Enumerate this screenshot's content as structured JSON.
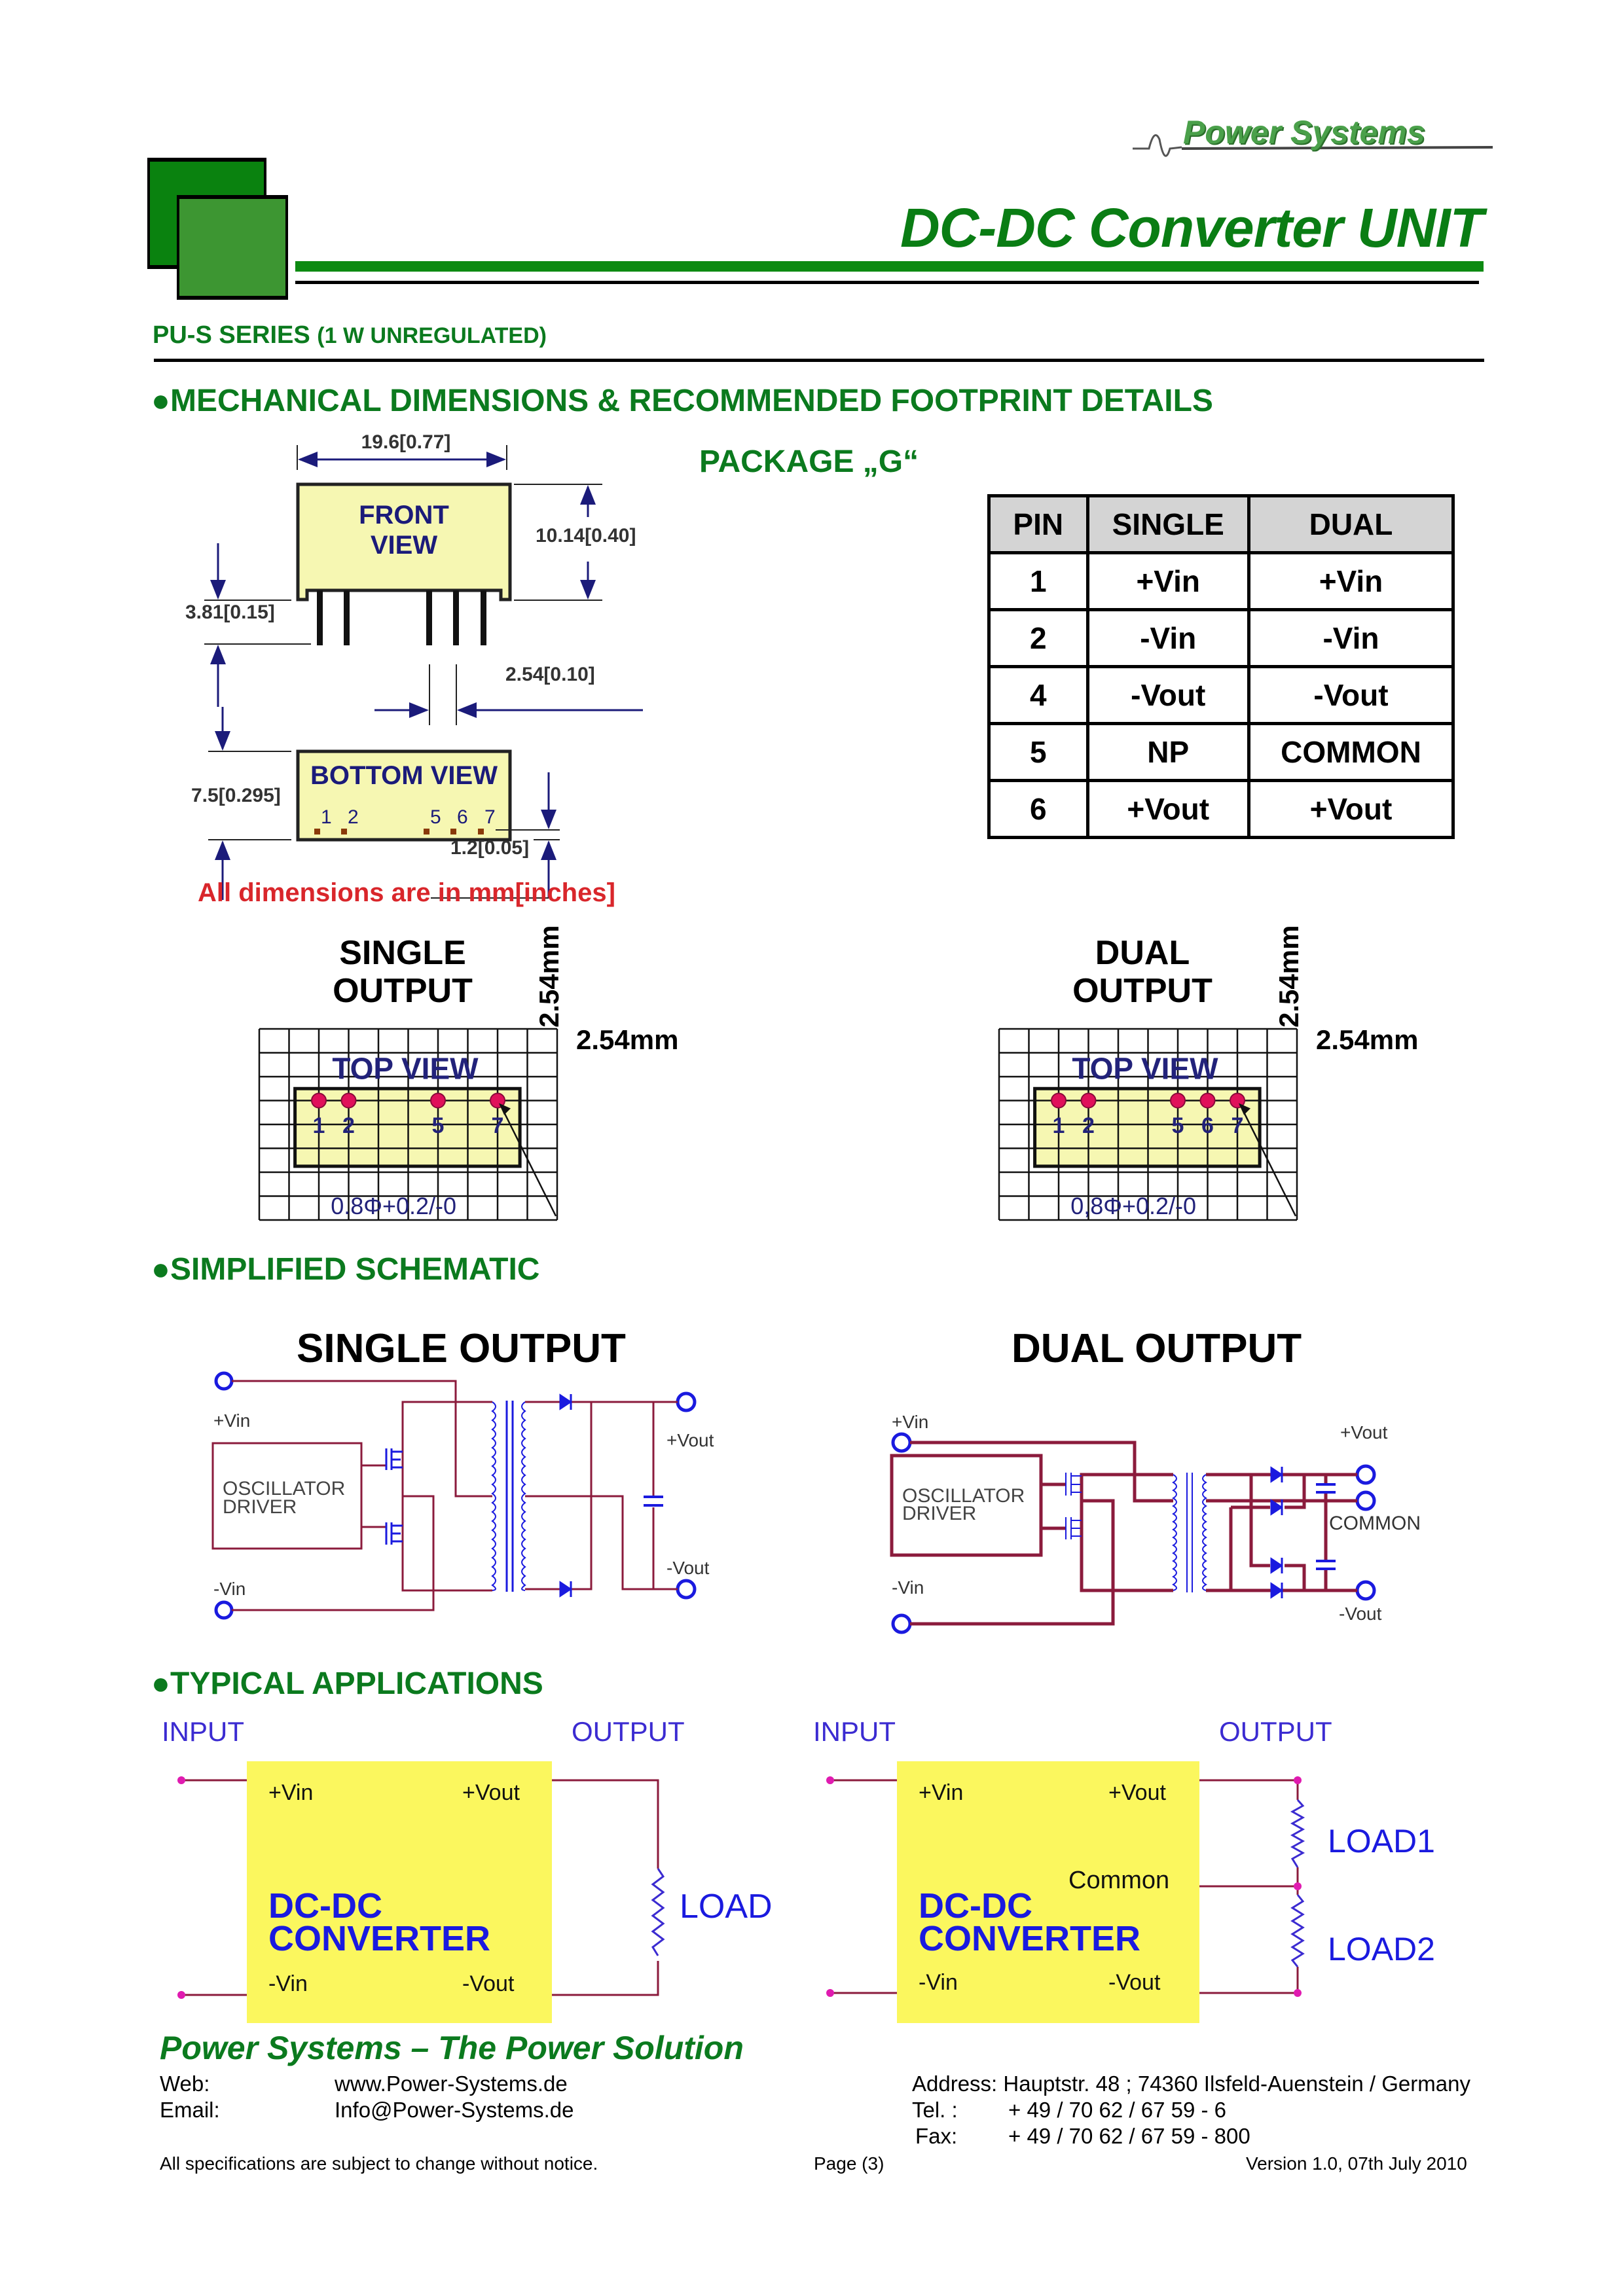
{
  "header": {
    "logo_text": "Power Systems",
    "title": "DC-DC Converter UNIT",
    "series": "PU-S SERIES",
    "series_note": "(1 W  UNREGULATED)"
  },
  "colors": {
    "brand_green": "#0b7a1e",
    "dark_square": "#0a820f",
    "light_square": "#3d9632",
    "module_yellow": "#f6f7b2",
    "app_yellow": "#fbf75e",
    "wire": "#8b1b3c",
    "component_blue": "#1a1adf",
    "dim_blue": "#1b1b7a",
    "note_red": "#d9262b"
  },
  "mechanical": {
    "heading": "●MECHANICAL DIMENSIONS & RECOMMENDED FOOTPRINT DETAILS",
    "package": "PACKAGE „G“",
    "front_view_label": [
      "FRONT",
      "VIEW"
    ],
    "bottom_view_label": "BOTTOM VIEW",
    "dims": {
      "width": "19.6[0.77]",
      "height": "10.14[0.40]",
      "pin_length": "3.81[0.15]",
      "pitch": "2.54[0.10]",
      "depth": "7.5[0.295]",
      "pin_offset": "1.2[0.05]"
    },
    "bottom_pins": [
      "1",
      "2",
      "5",
      "6",
      "7"
    ],
    "note": "All dimensions are in mm[inches]"
  },
  "pin_table": {
    "headers": [
      "PIN",
      "SINGLE",
      "DUAL"
    ],
    "rows": [
      [
        "1",
        "+Vin",
        "+Vin"
      ],
      [
        "2",
        "-Vin",
        "-Vin"
      ],
      [
        "4",
        "-Vout",
        "-Vout"
      ],
      [
        "5",
        "NP",
        "COMMON"
      ],
      [
        "6",
        "+Vout",
        "+Vout"
      ]
    ]
  },
  "footprints": [
    {
      "title": [
        "SINGLE",
        "OUTPUT"
      ],
      "top_view": "TOP VIEW",
      "pins": [
        "1",
        "2",
        "5",
        "7"
      ],
      "pin_columns": [
        2,
        3,
        6,
        8
      ],
      "hole": "0.8Φ+0.2/-0",
      "grid_v": "2.54mm",
      "grid_h": "2.54mm"
    },
    {
      "title": [
        "DUAL",
        "OUTPUT"
      ],
      "top_view": "TOP VIEW",
      "pins": [
        "1",
        "2",
        "5",
        "6",
        "7"
      ],
      "pin_columns": [
        2,
        3,
        6,
        7,
        8
      ],
      "hole": "0,8Φ+0.2/-0",
      "grid_v": "2.54mm",
      "grid_h": "2.54mm"
    }
  ],
  "schematic": {
    "heading": "●SIMPLIFIED SCHEMATIC",
    "single": {
      "title": "SINGLE OUTPUT",
      "vin_plus": "+Vin",
      "vin_minus": "-Vin",
      "vout_plus": "+Vout",
      "vout_minus": "-Vout",
      "block": [
        "OSCILLATOR",
        "DRIVER"
      ]
    },
    "dual": {
      "title": "DUAL OUTPUT",
      "vin_plus": "+Vin",
      "vin_minus": "-Vin",
      "vout_plus": "+Vout",
      "common": "COMMON",
      "vout_minus": "-Vout",
      "block": [
        "OSCILLATOR",
        "DRIVER"
      ]
    }
  },
  "applications": {
    "heading": "●TYPICAL APPLICATIONS",
    "single": {
      "input": "INPUT",
      "output": "OUTPUT",
      "vin_plus": "+Vin",
      "vin_minus": "-Vin",
      "vout_plus": "+Vout",
      "vout_minus": "-Vout",
      "converter": [
        "DC-DC",
        "CONVERTER"
      ],
      "load": "LOAD"
    },
    "dual": {
      "input": "INPUT",
      "output": "OUTPUT",
      "vin_plus": "+Vin",
      "vin_minus": "-Vin",
      "vout_plus": "+Vout",
      "common": "Common",
      "vout_minus": "-Vout",
      "converter": [
        "DC-DC",
        "CONVERTER"
      ],
      "load1": "LOAD1",
      "load2": "LOAD2"
    }
  },
  "footer": {
    "slogan": "Power Systems – The Power Solution",
    "web_label": "Web:",
    "web": "www.Power-Systems.de",
    "email_label": "Email:",
    "email": "Info@Power-Systems.de",
    "address_label": "Address:",
    "address": "Hauptstr. 48 ; 74360 Ilsfeld-Auenstein / Germany",
    "tel_label": "Tel. :",
    "tel": "+ 49 / 70 62 / 67 59 - 6",
    "fax_label": "Fax:",
    "fax": "+ 49 / 70 62 / 67 59 - 800",
    "disclaimer": "All specifications are subject to change without notice.",
    "page": "Page (3)",
    "version": "Version 1.0, 07th July 2010"
  }
}
